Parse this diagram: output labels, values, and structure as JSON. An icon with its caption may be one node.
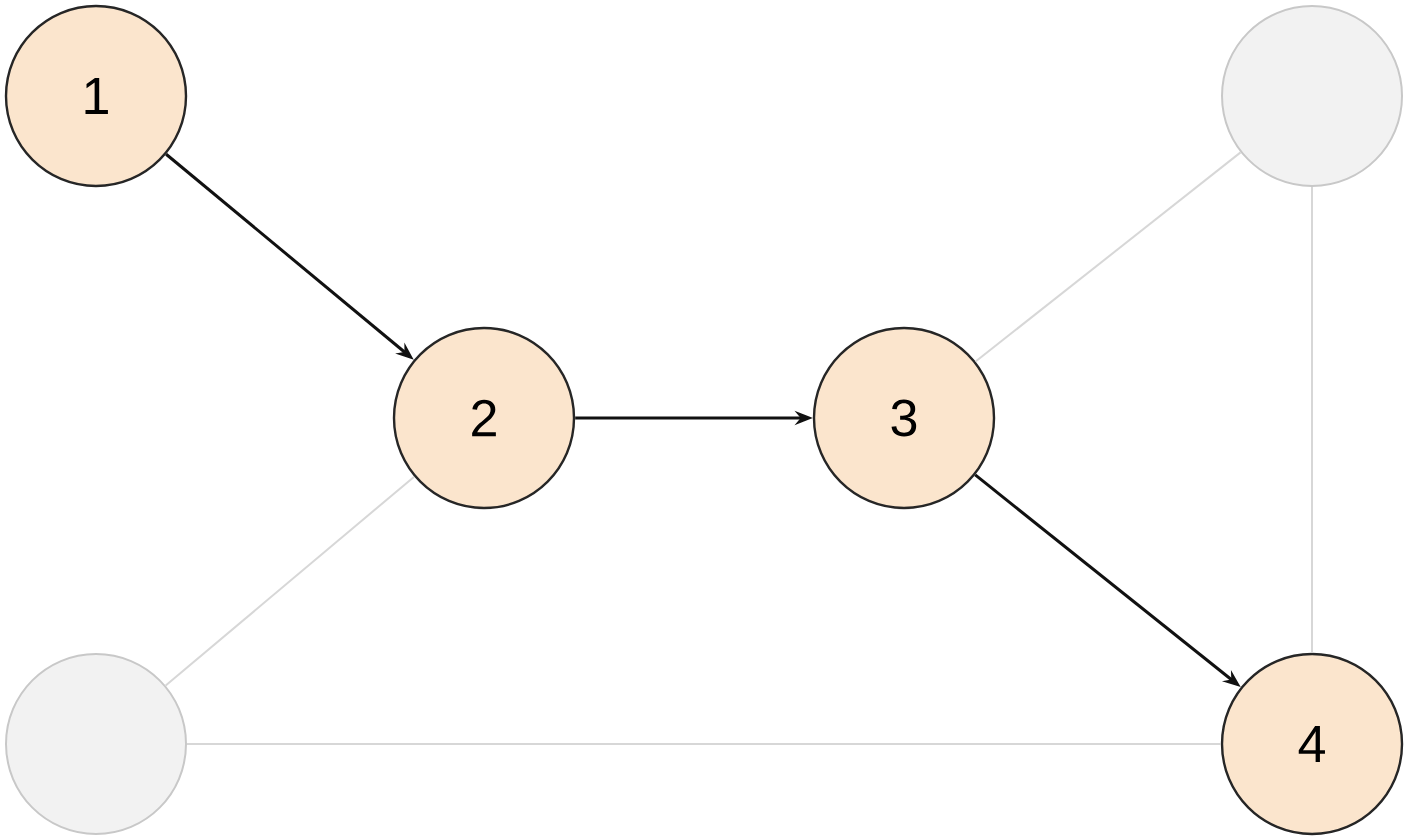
{
  "diagram": {
    "nodes": [
      {
        "text": [
          "1"
        ]
      },
      {
        "text": [],
        "shape": "circle"
      },
      {
        "text": [
          "2"
        ]
      },
      {
        "text": [
          "3"
        ]
      },
      {
        "text": [],
        "shape": "circle"
      },
      {
        "text": [
          "4"
        ]
      }
    ],
    "edges": [
      {
        "from": 0,
        "to": 2,
        "arrow": "to",
        "color": "#111111"
      },
      {
        "from": 2,
        "to": 3,
        "arrow": "to",
        "color": "#111111"
      },
      {
        "from": 3,
        "to": 5,
        "arrow": "to",
        "color": "#111111"
      },
      {
        "from": 1,
        "to": 3,
        "arrow": "none"
      },
      {
        "from": 1,
        "to": 5,
        "arrow": "none"
      },
      {
        "from": 4,
        "to": 2,
        "arrow": "none"
      },
      {
        "from": 4,
        "to": 5,
        "arrow": "none"
      }
    ]
  }
}
